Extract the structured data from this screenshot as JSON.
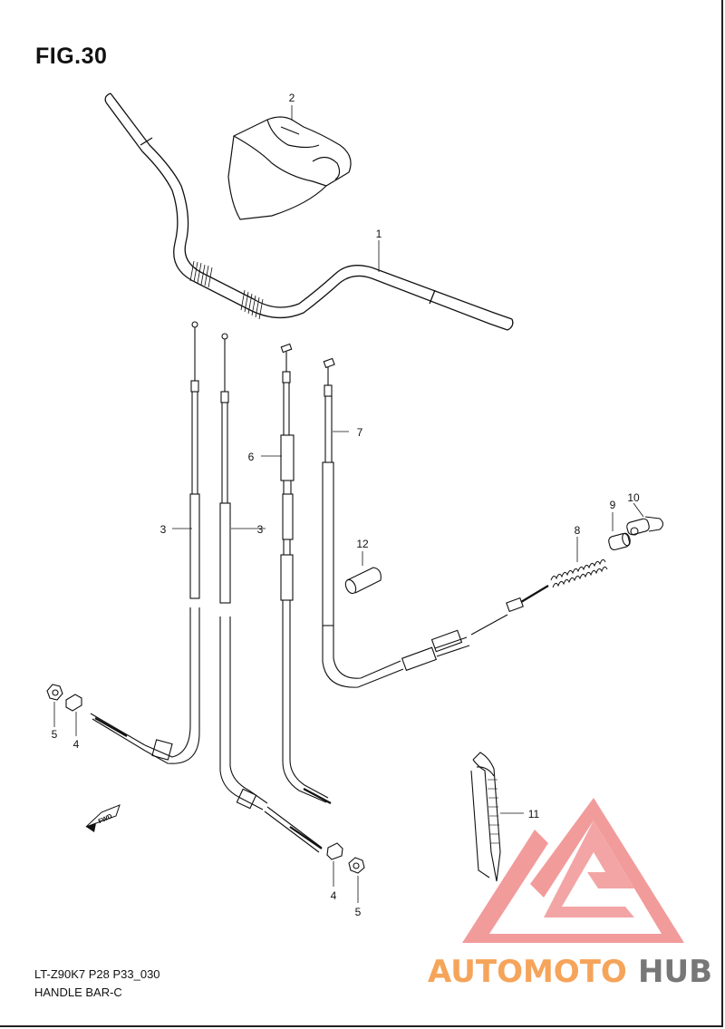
{
  "figure": {
    "title": "FIG.30",
    "code": "LT-Z90K7 P28 P33_030",
    "name": "HANDLE BAR-C"
  },
  "callouts": {
    "c1": "1",
    "c2": "2",
    "c3a": "3",
    "c3b": "3",
    "c4a": "4",
    "c4b": "4",
    "c5a": "5",
    "c5b": "5",
    "c6": "6",
    "c7": "7",
    "c8": "8",
    "c9": "9",
    "c10": "10",
    "c11": "11",
    "c12": "12"
  },
  "direction_marker": {
    "label": "FWD"
  },
  "watermark": {
    "word_a": "AUTOMOTO",
    "word_b": "HUB",
    "color_a": "#f5a45a",
    "color_b": "#777777",
    "logo_color": "#f08a8a"
  }
}
